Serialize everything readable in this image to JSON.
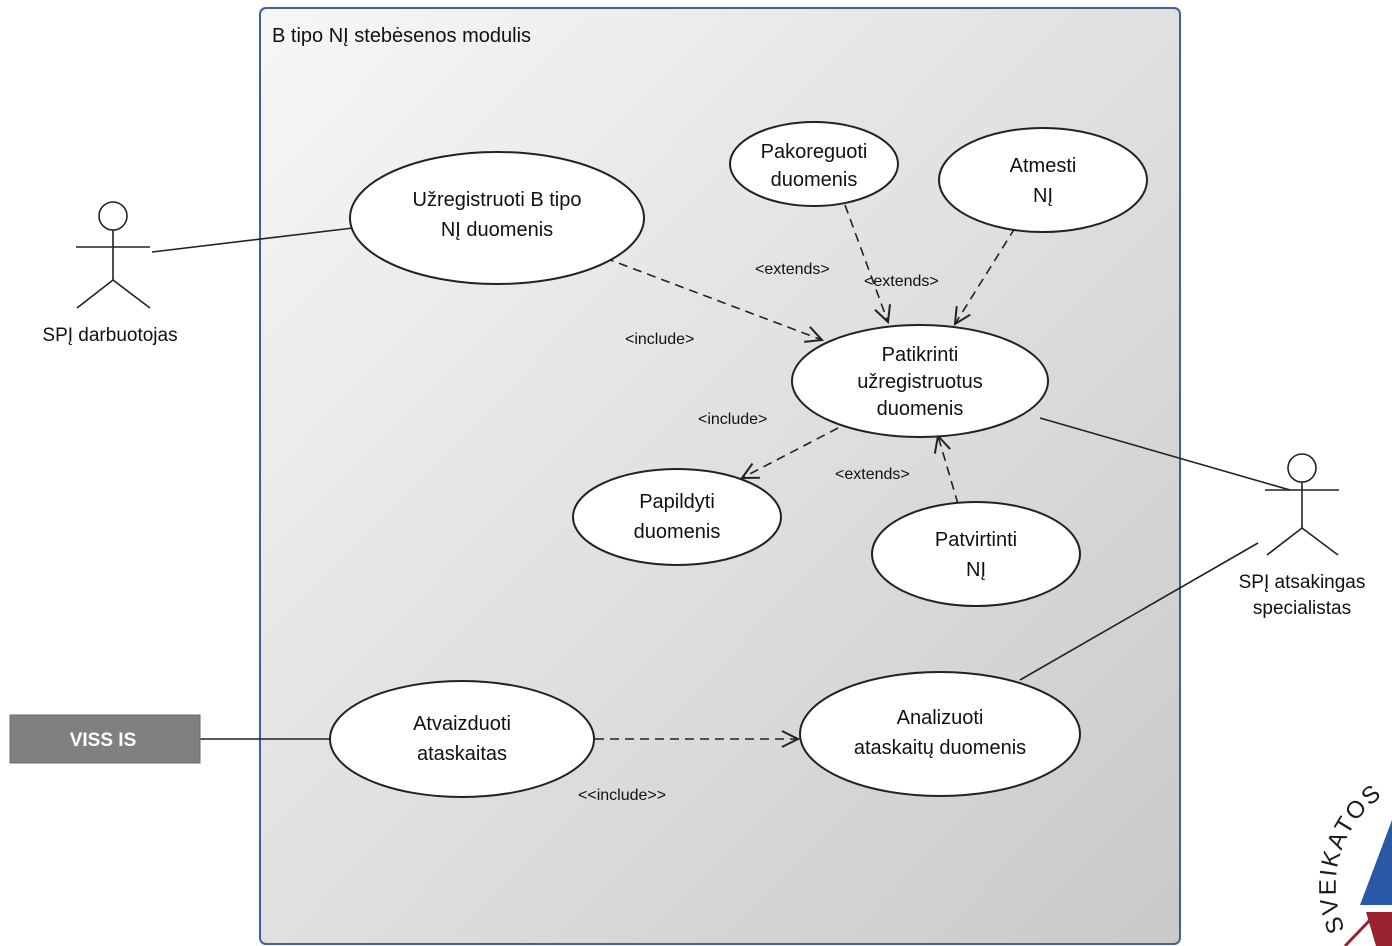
{
  "system": {
    "title": "B tipo NĮ stebėsenos modulis"
  },
  "actors": {
    "darbuotojas": {
      "name": "SPĮ darbuotojas"
    },
    "specialistas": {
      "name_line1": "SPĮ atsakingas",
      "name_line2": "specialistas"
    },
    "viss": {
      "name": "VISS IS"
    }
  },
  "use_cases": {
    "uzregistruoti": {
      "line1": "Užregistruoti B tipo",
      "line2": "NĮ duomenis"
    },
    "pakoreguoti": {
      "line1": "Pakoreguoti",
      "line2": "duomenis"
    },
    "atmesti": {
      "line1": "Atmesti",
      "line2": "NĮ"
    },
    "patikrinti": {
      "line1": "Patikrinti",
      "line2": "užregistruotus",
      "line3": "duomenis"
    },
    "papildyti": {
      "line1": "Papildyti",
      "line2": "duomenis"
    },
    "patvirtinti": {
      "line1": "Patvirtinti",
      "line2": "NĮ"
    },
    "atvaizduoti": {
      "line1": "Atvaizduoti",
      "line2": "ataskaitas"
    },
    "analizuoti": {
      "line1": "Analizuoti",
      "line2": "ataskaitų duomenis"
    }
  },
  "relations": {
    "include_register": "<include>",
    "extends_correct": "<extends>",
    "extends_reject": "<extends>",
    "include_supplement": "<include>",
    "extends_confirm": "<extends>",
    "include_reports": "<<include>>"
  },
  "logo": {
    "text": "SVEIKATOS S"
  },
  "colors": {
    "boundary_stroke": "#3f5f9f",
    "external_system_fill": "#808080"
  }
}
